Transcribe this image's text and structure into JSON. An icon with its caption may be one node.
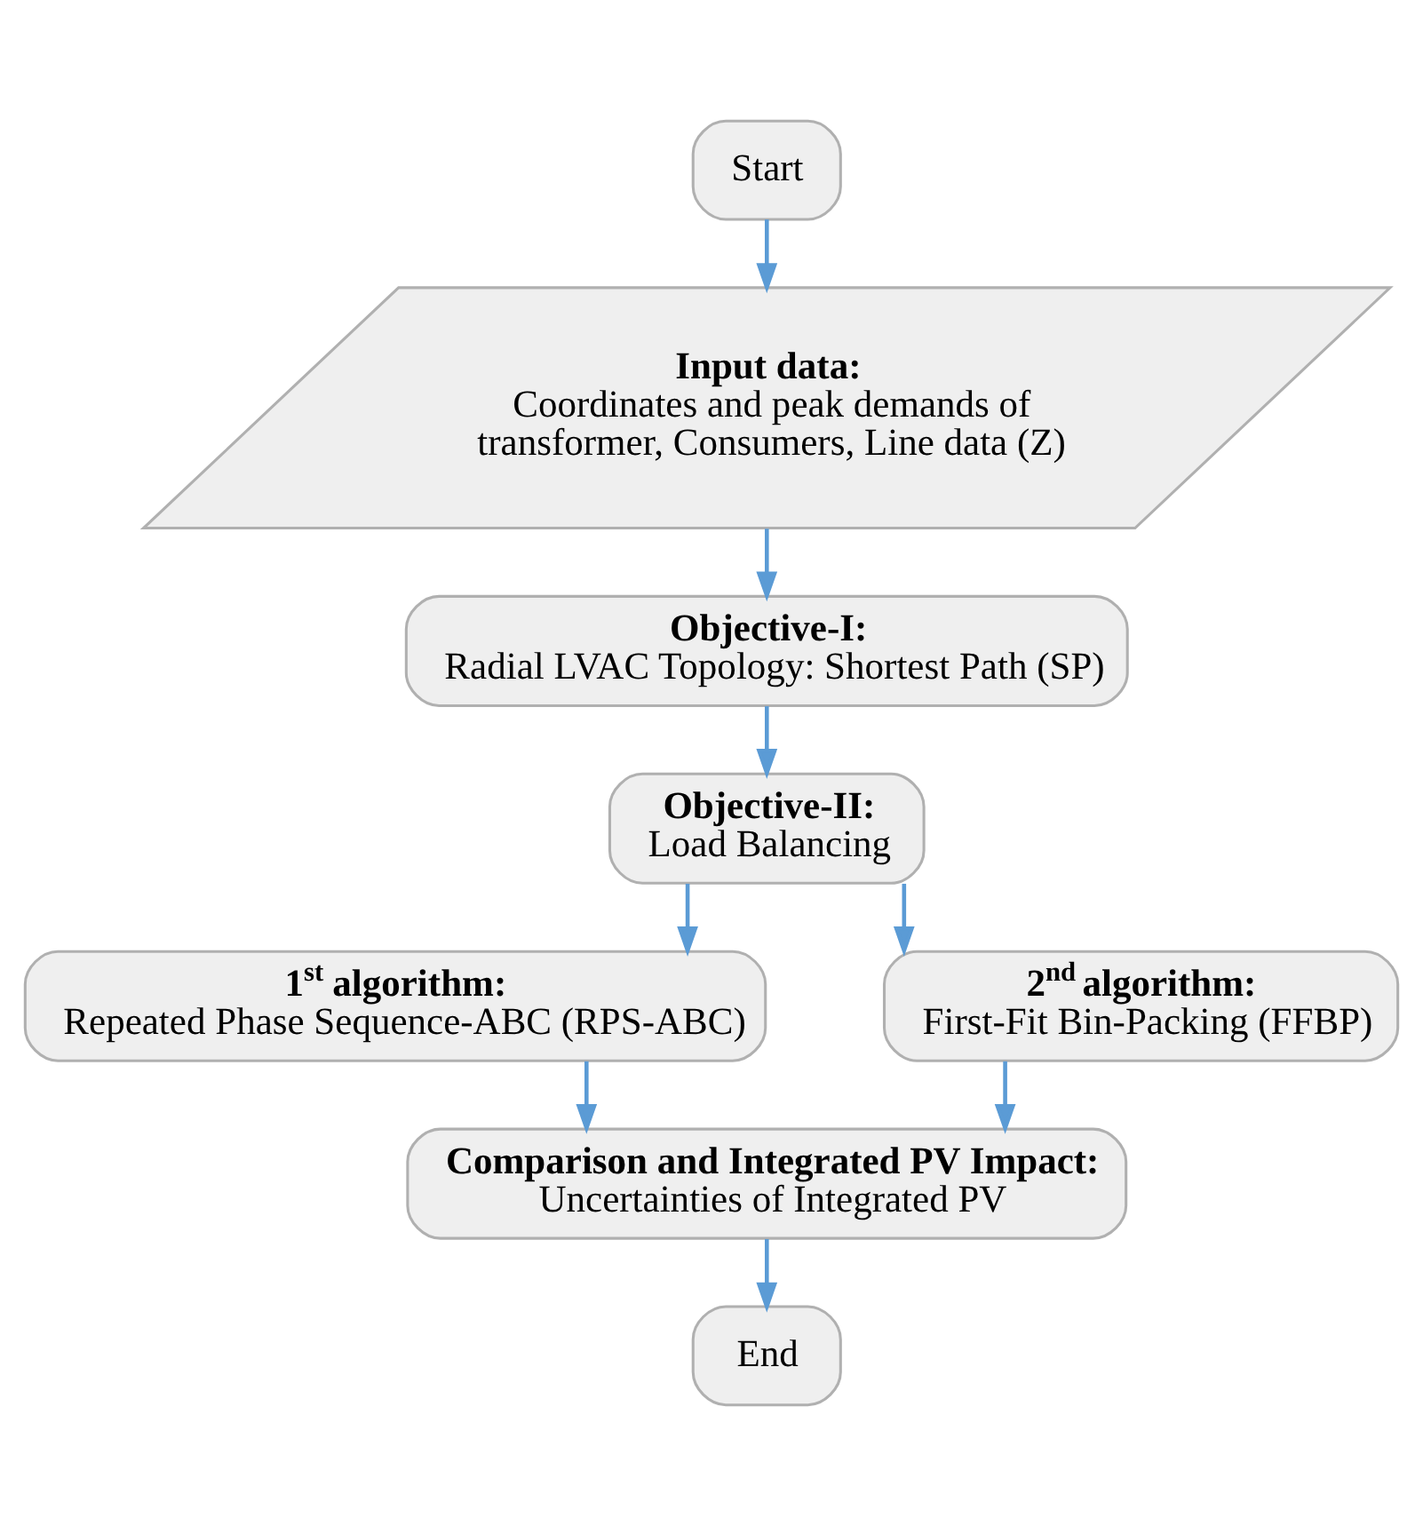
{
  "diagram": {
    "nodes": [
      {
        "text": [
          "Start"
        ]
      },
      {
        "text": [
          "Input data:",
          "Coordinates and peak demands of transformer, Consumers, Line data (Z)"
        ]
      },
      {
        "text": [
          "Objective-I:",
          "Radial LVAC Topology: Shortest Path (SP)"
        ]
      },
      {
        "text": [
          "Objective-II:",
          "Load Balancing"
        ]
      },
      {
        "text": [
          "1$^{st}$ algorithm:",
          "Repeated Phase Sequence-ABC (RPS-ABC)"
        ]
      },
      {
        "text": [
          "2$^{nd}$ algorithm:",
          "First-Fit Bin-Packing (FFBP)"
        ]
      },
      {
        "text": [
          "Comparison and Integrated PV Impact:",
          "Uncertainties of Integrated PV"
        ]
      },
      {
        "text": [
          "End"
        ]
      }
    ],
    "edges": [
      {
        "from": 0,
        "to": 1,
        "arrow": "to"
      },
      {
        "from": 1,
        "to": 2,
        "arrow": "to"
      },
      {
        "from": 2,
        "to": 3,
        "arrow": "to"
      },
      {
        "from": 3,
        "to": 4,
        "arrow": "to"
      },
      {
        "from": 3,
        "to": 5,
        "arrow": "to"
      },
      {
        "from": 4,
        "to": 6,
        "arrow": "to"
      },
      {
        "from": 5,
        "to": 6,
        "arrow": "to"
      },
      {
        "from": 6,
        "to": 7,
        "arrow": "to"
      }
    ]
  }
}
